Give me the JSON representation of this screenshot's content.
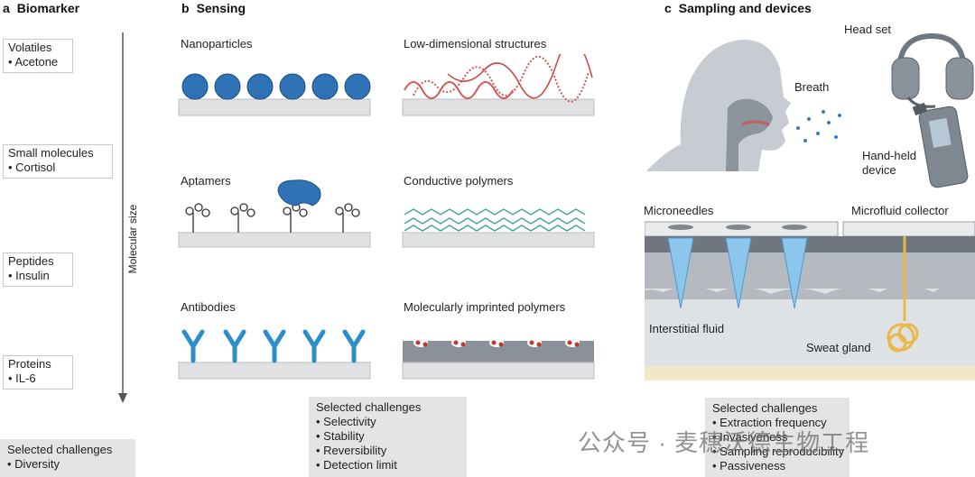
{
  "panel_a": {
    "letter": "a",
    "title": "Biomarker",
    "axis_label": "Molecular size",
    "items": [
      {
        "name": "Volatiles",
        "example": "• Acetone"
      },
      {
        "name": "Small molecules",
        "example": "• Cortisol"
      },
      {
        "name": "Peptides",
        "example": "• Insulin"
      },
      {
        "name": "Proteins",
        "example": "• IL-6"
      }
    ],
    "challenges": {
      "title": "Selected challenges",
      "items": [
        "• Diversity"
      ]
    }
  },
  "panel_b": {
    "letter": "b",
    "title": "Sensing",
    "items": [
      "Nanoparticles",
      "Low-dimensional structures",
      "Aptamers",
      "Conductive polymers",
      "Antibodies",
      "Molecularly imprinted polymers"
    ],
    "challenges": {
      "title": "Selected challenges",
      "items": [
        "• Selectivity",
        "• Stability",
        "• Reversibility",
        "• Detection limit"
      ]
    }
  },
  "panel_c": {
    "letter": "c",
    "title": "Sampling and devices",
    "labels": {
      "head_set": "Head set",
      "breath": "Breath",
      "hand_held": [
        "Hand-held",
        "device"
      ],
      "microneedles": "Microneedles",
      "microfluid": "Microfluid collector",
      "interstitial": "Interstitial fluid",
      "sweat": "Sweat gland"
    },
    "challenges": {
      "title": "Selected challenges",
      "items": [
        "• Extraction frequency",
        "• Invasiveness",
        "• Sampling reproducibility",
        "• Passiveness"
      ]
    }
  },
  "watermark": "公众号 · 麦穗沃德生物工程",
  "colors": {
    "blue": "#2f72b5",
    "sky": "#5aa0d6",
    "gray": "#e2e4e6",
    "red": "#c0392b",
    "teal": "#2b9a8a",
    "gland": "#e8b94a"
  }
}
